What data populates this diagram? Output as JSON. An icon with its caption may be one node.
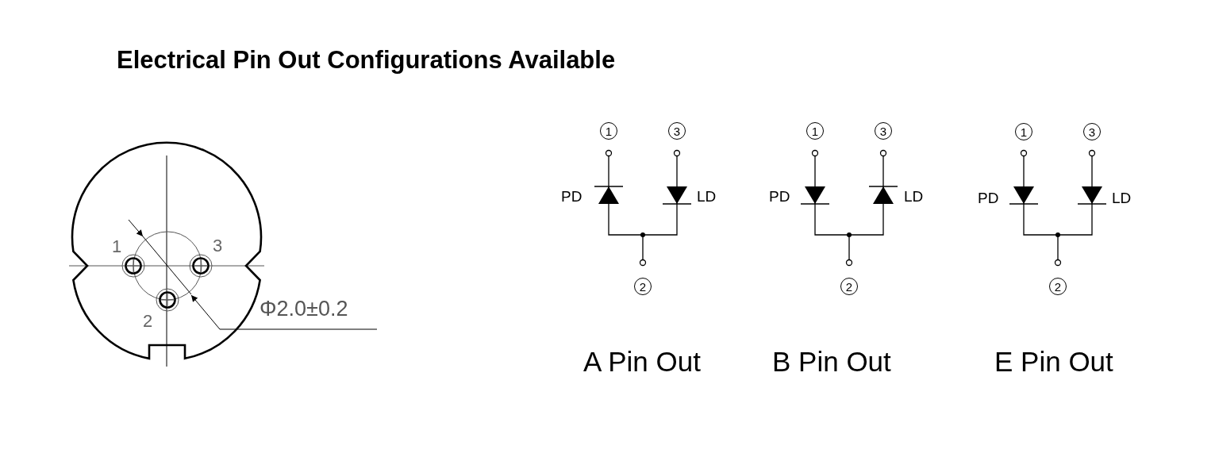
{
  "diagram": {
    "title": "Electrical Pin Out Configurations Available",
    "nodes": [
      {
        "text": [
          "1"
        ]
      },
      {
        "text": [
          "3"
        ]
      },
      {
        "text": [
          "1"
        ]
      },
      {
        "text": [
          "3"
        ]
      },
      {
        "text": [
          "1"
        ]
      },
      {
        "text": [
          "3"
        ]
      },
      {
        "text": [
          "2"
        ]
      },
      {
        "text": [
          "2"
        ]
      },
      {
        "text": [
          "2"
        ]
      }
    ],
    "labels": [
      "1",
      "3",
      "2",
      "Φ2.0±0.2",
      "PD",
      "LD",
      "PD",
      "LD",
      "PD",
      "LD",
      "A Pin Out",
      "B Pin Out",
      "E Pin Out"
    ]
  }
}
